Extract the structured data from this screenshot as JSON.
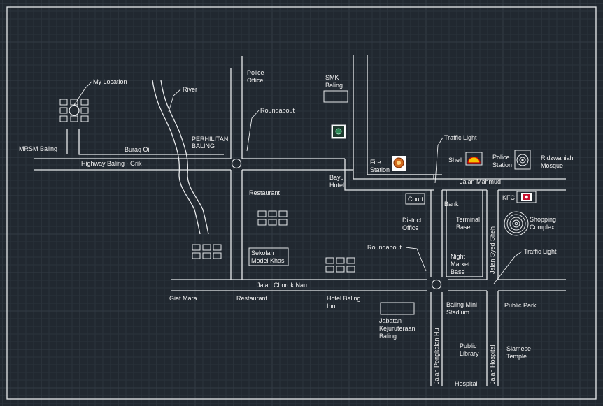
{
  "colors": {
    "background": "#212830",
    "grid_minor": "#2b333c",
    "grid_major": "#323b45",
    "line": "#e8eaec",
    "text": "#f2f2f2",
    "fire_icon": "#d2691e",
    "shell_icon": "#f5c400",
    "kfc_icon": "#c8102e",
    "smk_icon": "#2e8b57"
  },
  "labels": {
    "my_location": "My Location",
    "river": "River",
    "mrsm": "MRSM Baling",
    "buraq_oil": "Buraq Oil",
    "perhilitan": [
      "PERHILITAN",
      "BALING"
    ],
    "highway": "Highway Baling - Grik",
    "police_office": [
      "Police",
      "Office"
    ],
    "roundabout_north": "Roundabout",
    "smk": [
      "SMK",
      "Baling"
    ],
    "traffic_light_north": "Traffic Light",
    "fire_station": [
      "Fire",
      "Station"
    ],
    "shell": "Shell",
    "police_station": [
      "Police",
      "Station"
    ],
    "mosque": [
      "Ridzwaniah",
      "Mosque"
    ],
    "bayu_hotel": [
      "Bayu",
      "Hotel"
    ],
    "jalan_mahmud": "Jalan Mahmud",
    "restaurant_north": "Restaurant",
    "court": "Court",
    "bank": "Bank",
    "kfc": "KFC",
    "shopping_complex": [
      "Shopping",
      "Complex"
    ],
    "district_office": [
      "District",
      "Office"
    ],
    "terminal_base": [
      "Terminal",
      "Base"
    ],
    "jalan_syed_sheh": "Jalan Syed Sheh",
    "sekolah": [
      "Sekolah",
      "Model Khas"
    ],
    "roundabout_south": "Roundabout",
    "night_market": [
      "Night",
      "Market",
      "Base"
    ],
    "traffic_light_south": "Traffic Light",
    "jalan_chorok_nau": "Jalan Chorok Nau",
    "giat_mara": "Giat Mara",
    "restaurant_south": "Restaurant",
    "hotel_baling": [
      "Hotel Baling",
      "Inn"
    ],
    "stadium": [
      "Baling Mini",
      "Stadium"
    ],
    "public_park": "Public Park",
    "jabatan": [
      "Jabatan",
      "Kejuruteraan",
      "Baling"
    ],
    "jalan_pengkalan_hu": "Jalan Pengkalan Hu",
    "public_library": [
      "Public",
      "Library"
    ],
    "jalan_hospital": "Jalan Hospital",
    "siamese_temple": [
      "Siamese",
      "Temple"
    ],
    "hospital": "Hospital"
  },
  "icons": {
    "location_marker": "circle-target-icon",
    "fire_station": "fire-emblem-icon",
    "shell": "shell-logo-icon",
    "police_station": "police-badge-icon",
    "kfc": "kfc-logo-icon",
    "smk": "school-emblem-icon",
    "shopping_complex": "concentric-circles-icon",
    "roundabout": "roundabout-circle-icon"
  }
}
